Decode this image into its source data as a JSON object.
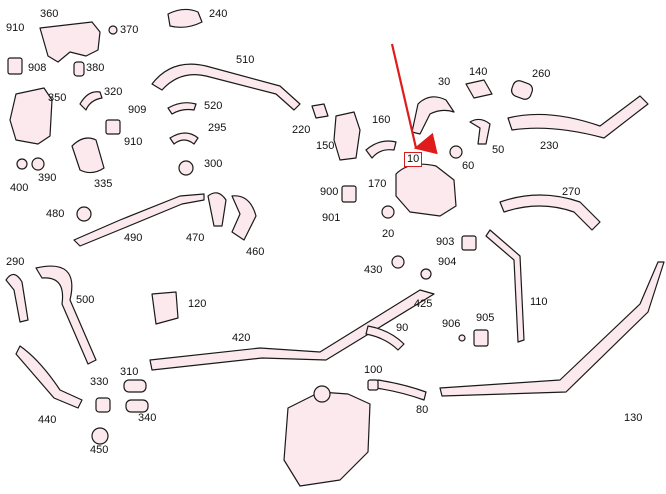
{
  "colors": {
    "part_fill": "#fbe9ee",
    "part_stroke": "#1a1a1a",
    "pointer": "#e01b1b",
    "highlight_box": "#d41c1c"
  },
  "pointer_icon": "red-arrow-icon",
  "highlighted_part": "10",
  "labels": [
    "360",
    "370",
    "240",
    "910",
    "908",
    "380",
    "510",
    "140",
    "260",
    "30",
    "320",
    "350",
    "909",
    "910",
    "520",
    "220",
    "160",
    "295",
    "230",
    "150",
    "50",
    "60",
    "10",
    "400",
    "390",
    "335",
    "300",
    "170",
    "900",
    "270",
    "901",
    "480",
    "20",
    "490",
    "470",
    "460",
    "903",
    "290",
    "904",
    "430",
    "500",
    "425",
    "110",
    "120",
    "906",
    "905",
    "420",
    "90",
    "310",
    "330",
    "100",
    "340",
    "80",
    "440",
    "130",
    "450"
  ]
}
